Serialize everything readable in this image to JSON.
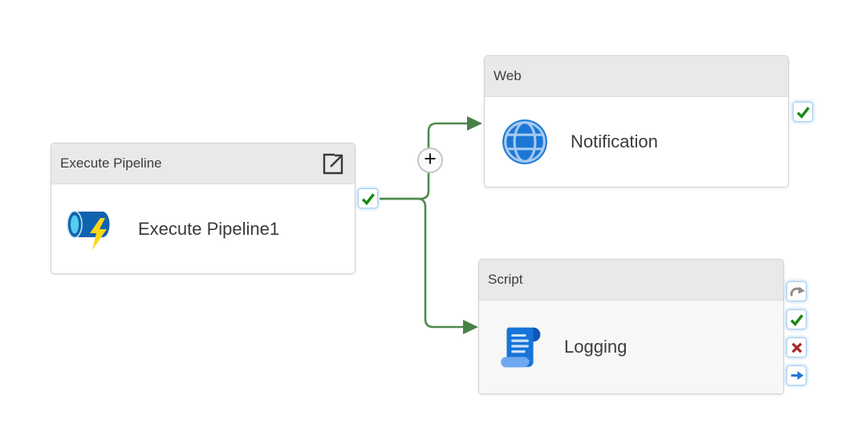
{
  "canvas": {
    "background": "#ffffff"
  },
  "nodes": {
    "execute_pipeline": {
      "type_label": "Execute Pipeline",
      "activity_name": "Execute Pipeline1",
      "icon": "pipeline-icon",
      "header_action": "open-pipeline",
      "status_ports": [
        "success"
      ]
    },
    "web": {
      "type_label": "Web",
      "activity_name": "Notification",
      "icon": "globe-icon",
      "status_ports": [
        "success"
      ]
    },
    "script": {
      "type_label": "Script",
      "activity_name": "Logging",
      "icon": "script-scroll-icon",
      "status_ports": [
        "skip",
        "success",
        "failure",
        "completion"
      ]
    }
  },
  "connections": [
    {
      "from": "Execute Pipeline1",
      "on": "success",
      "to": "Notification"
    },
    {
      "from": "Execute Pipeline1",
      "on": "success",
      "to": "Logging"
    }
  ],
  "add_button": {
    "label": "+"
  },
  "colors": {
    "connector_green": "#4e8a4e",
    "success_green": "#188a18",
    "failure_red": "#a4262c",
    "completion_blue": "#2173d5",
    "skip_gray": "#8c8c8c",
    "node_header_bg": "#e9e9e9",
    "node_border": "#d2d2d2",
    "script_body_bg": "#f7f7f7",
    "badge_border": "#abd2ef",
    "activity_blue": "#1774d8"
  }
}
